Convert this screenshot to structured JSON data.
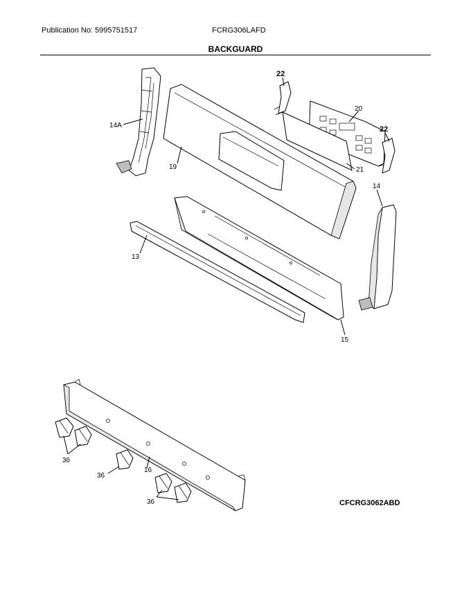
{
  "header": {
    "publication": "Publication No: 5995751517",
    "model": "FCRG306LAFD",
    "title": "BACKGUARD"
  },
  "callouts": {
    "c22a": "22",
    "c20": "20",
    "c22b": "22",
    "c14a": "14A",
    "c19": "19",
    "c21": "21",
    "c14": "14",
    "c13": "13",
    "c15": "15",
    "c36a": "36",
    "c36b": "36",
    "c16": "16",
    "c36c": "36"
  },
  "drawing_code": "CFCRG3062ABD"
}
